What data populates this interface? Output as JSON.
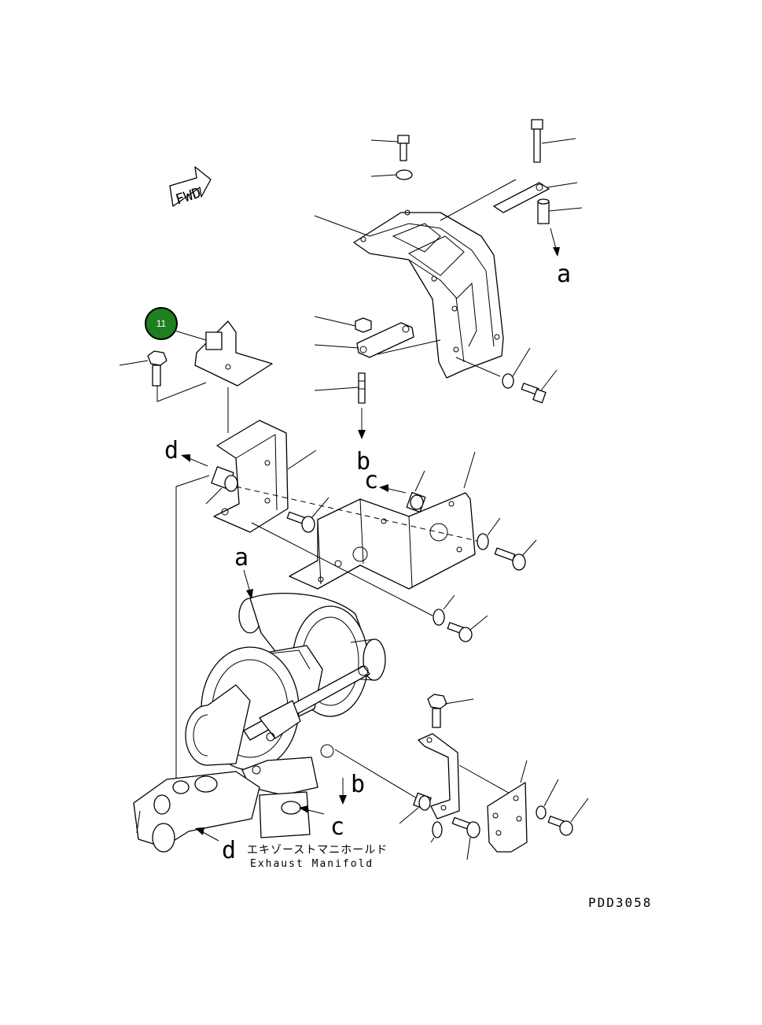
{
  "diagram": {
    "badge": {
      "number": "11",
      "color": "#1e7f1e"
    },
    "direction_label": "FWD",
    "reference_letters": {
      "a": "a",
      "b": "b",
      "c": "c",
      "d": "d"
    },
    "caption_jp": "エキゾーストマニホールド",
    "caption_en": "Exhaust Manifold",
    "drawing_code": "PDD3058",
    "colors": {
      "line": "#000000",
      "background": "#ffffff"
    }
  }
}
